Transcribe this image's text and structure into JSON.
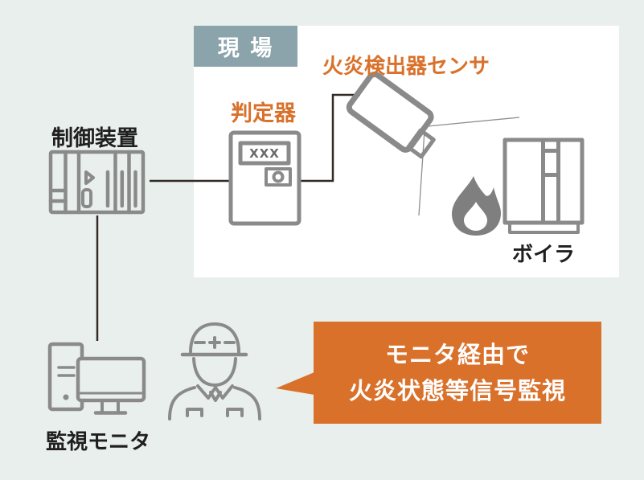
{
  "page": {
    "background_color": "#e9efec"
  },
  "field_area": {
    "label": "現 場",
    "label_bg": "#8ba3ab",
    "label_color": "#ffffff"
  },
  "labels": {
    "control_device": "制御装置",
    "judge_device": "判定器",
    "flame_sensor": "火炎検出器センサ",
    "boiler": "ボイラ",
    "monitor": "監視モニタ"
  },
  "judge_device": {
    "display_text": "XXX"
  },
  "callout": {
    "line1": "モニタ経由で",
    "line2": "火炎状態等信号監視",
    "bg": "#d9712b",
    "color": "#ffffff"
  },
  "colors": {
    "accent_orange": "#d9712b",
    "field_label_bg": "#8ba3ab",
    "icon_gray": "#8a8a8a",
    "flame_gray": "#7f7f7f",
    "connector_dark": "#332a26",
    "text_dark": "#1f1f1f",
    "white_panel": "#ffffff",
    "page_bg": "#e9efec"
  },
  "icons": {
    "control_device": "plc-rack-icon",
    "judge_device": "judge-box-icon",
    "flame_sensor": "camera-sensor-icon",
    "flame": "flame-icon",
    "boiler": "boiler-icon",
    "monitor": "desktop-computer-icon",
    "worker": "worker-icon"
  }
}
